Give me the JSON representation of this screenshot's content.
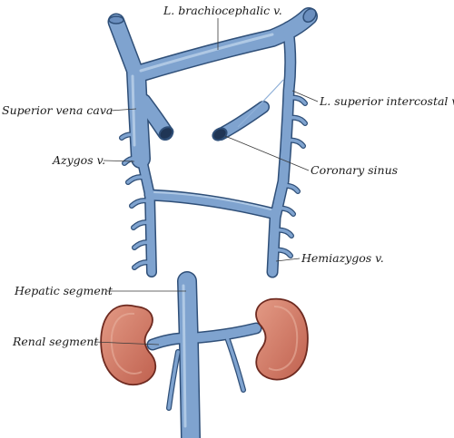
{
  "labels": {
    "brachiocephalic": "L. brachiocephalic v.",
    "svc": "Superior vena cava",
    "sup_intercostal": "L. superior intercostal v.",
    "azygos": "Azygos v.",
    "coronary_sinus": "Coronary sinus",
    "hemiazygos": "Hemiazygos v.",
    "hepatic": "Hepatic segment",
    "renal": "Renal segment"
  },
  "colors": {
    "vein_fill": "#7fa3cf",
    "vein_outline": "#2f4f78",
    "vein_highlight": "#bcd2ea",
    "kidney_fill": "#c0614f",
    "kidney_outline": "#6e2a20",
    "kidney_highlight": "#e39a85"
  }
}
